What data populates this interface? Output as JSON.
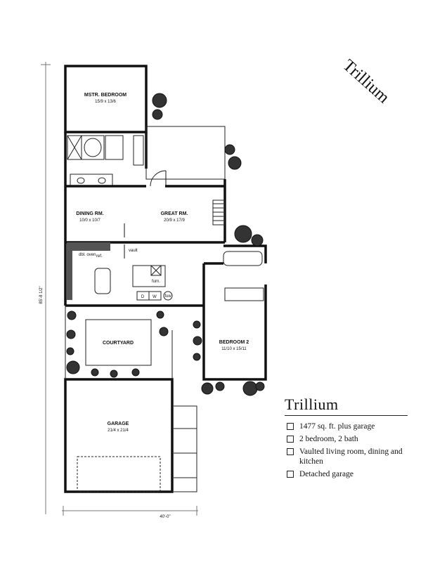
{
  "plan_name_rotated": "Trillium",
  "rooms": {
    "master_bedroom": {
      "name": "MSTR. BEDROOM",
      "size": "15/9 x 13/6"
    },
    "dining": {
      "name": "DINING RM.",
      "size": "10/0 x 10/7"
    },
    "great": {
      "name": "GREAT RM.",
      "size": "20/9 x 17/9"
    },
    "bedroom2": {
      "name": "BEDROOM 2",
      "size": "11/10 x 15/11"
    },
    "courtyard": {
      "name": "COURTYARD"
    },
    "garage": {
      "name": "GARAGE",
      "size": "21/4 x 21/4"
    }
  },
  "fixtures": {
    "dbl_oven": "dbl. oven",
    "ref": "ref.",
    "vault": "vault",
    "furn": "furn.",
    "dryer": "D",
    "washer": "W",
    "water_heater": "fuw"
  },
  "dimensions": {
    "depth": "85'-8 1/2\"",
    "width": "40'-0\""
  },
  "info": {
    "title": "Trillium",
    "features": [
      "1477 sq. ft. plus garage",
      "2 bedroom, 2 bath",
      "Vaulted living room, dining and kitchen",
      "Detached garage"
    ]
  }
}
